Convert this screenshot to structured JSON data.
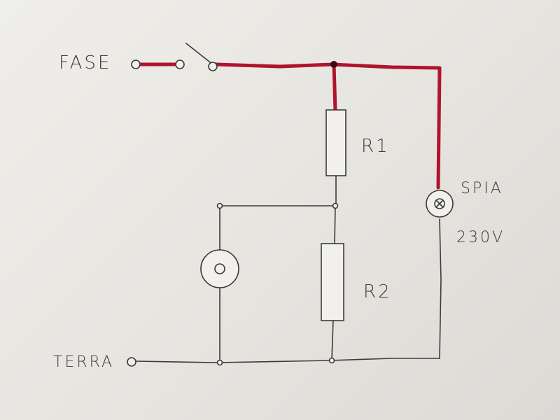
{
  "diagram": {
    "labels": {
      "fase": "FASE",
      "terra": "TERRA",
      "r1": "R1",
      "r2": "R2",
      "spia": "SPIA",
      "voltage": "230V"
    },
    "colors": {
      "paper": "#ecebe7",
      "ink": "#3a3a3a",
      "highlight_wire": "#b0142c"
    },
    "components": [
      {
        "id": "switch",
        "icon": "switch-icon"
      },
      {
        "id": "r1",
        "icon": "resistor-icon"
      },
      {
        "id": "r2",
        "icon": "resistor-icon"
      },
      {
        "id": "load",
        "icon": "circle-o-icon"
      },
      {
        "id": "spia",
        "icon": "lamp-icon"
      }
    ]
  }
}
